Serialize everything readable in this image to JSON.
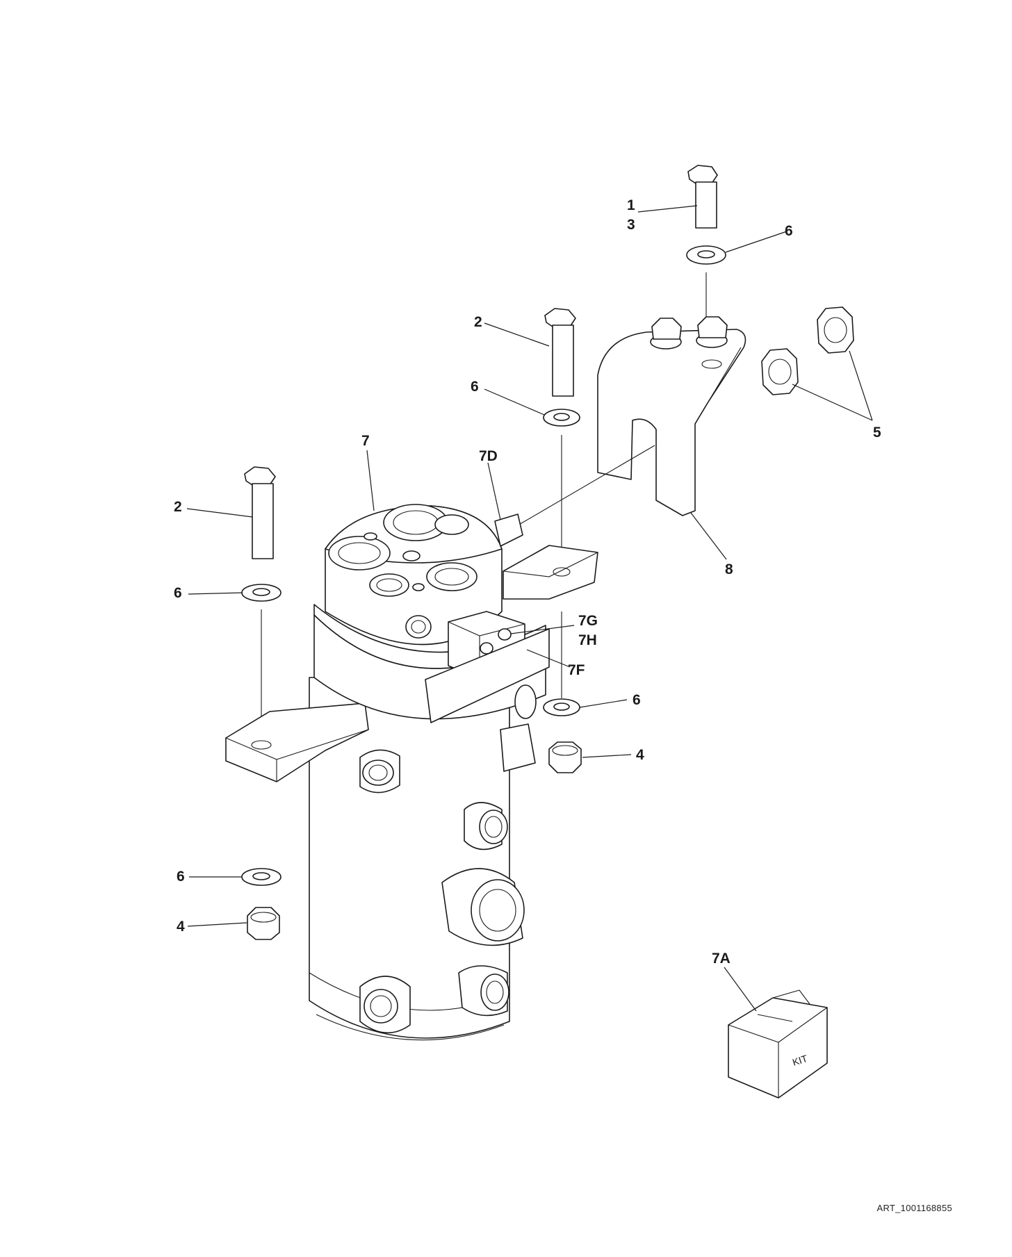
{
  "callouts": {
    "c1": "1",
    "c3": "3",
    "c6_top": "6",
    "c2_mid": "2",
    "c6_mid": "6",
    "c5": "5",
    "c7": "7",
    "c7d": "7D",
    "c2_left": "2",
    "c8": "8",
    "c6_left": "6",
    "c7g": "7G",
    "c7h": "7H",
    "c7f": "7F",
    "c6_right": "6",
    "c4_right": "4",
    "c6_low": "6",
    "c4_low": "4",
    "c7a": "7A"
  },
  "kit_label": "KIT",
  "art_number": "ART_1001168855"
}
